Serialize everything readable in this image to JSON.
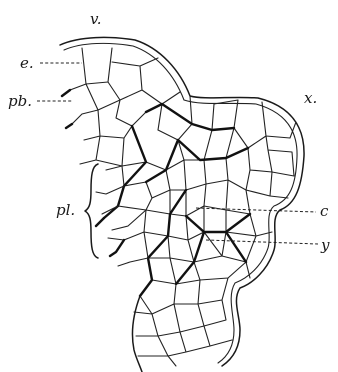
{
  "figure": {
    "labels": {
      "v": "v.",
      "e": "e.",
      "pb": "pb.",
      "x": "x.",
      "pl": "pl.",
      "c": "c",
      "y": "y"
    }
  }
}
